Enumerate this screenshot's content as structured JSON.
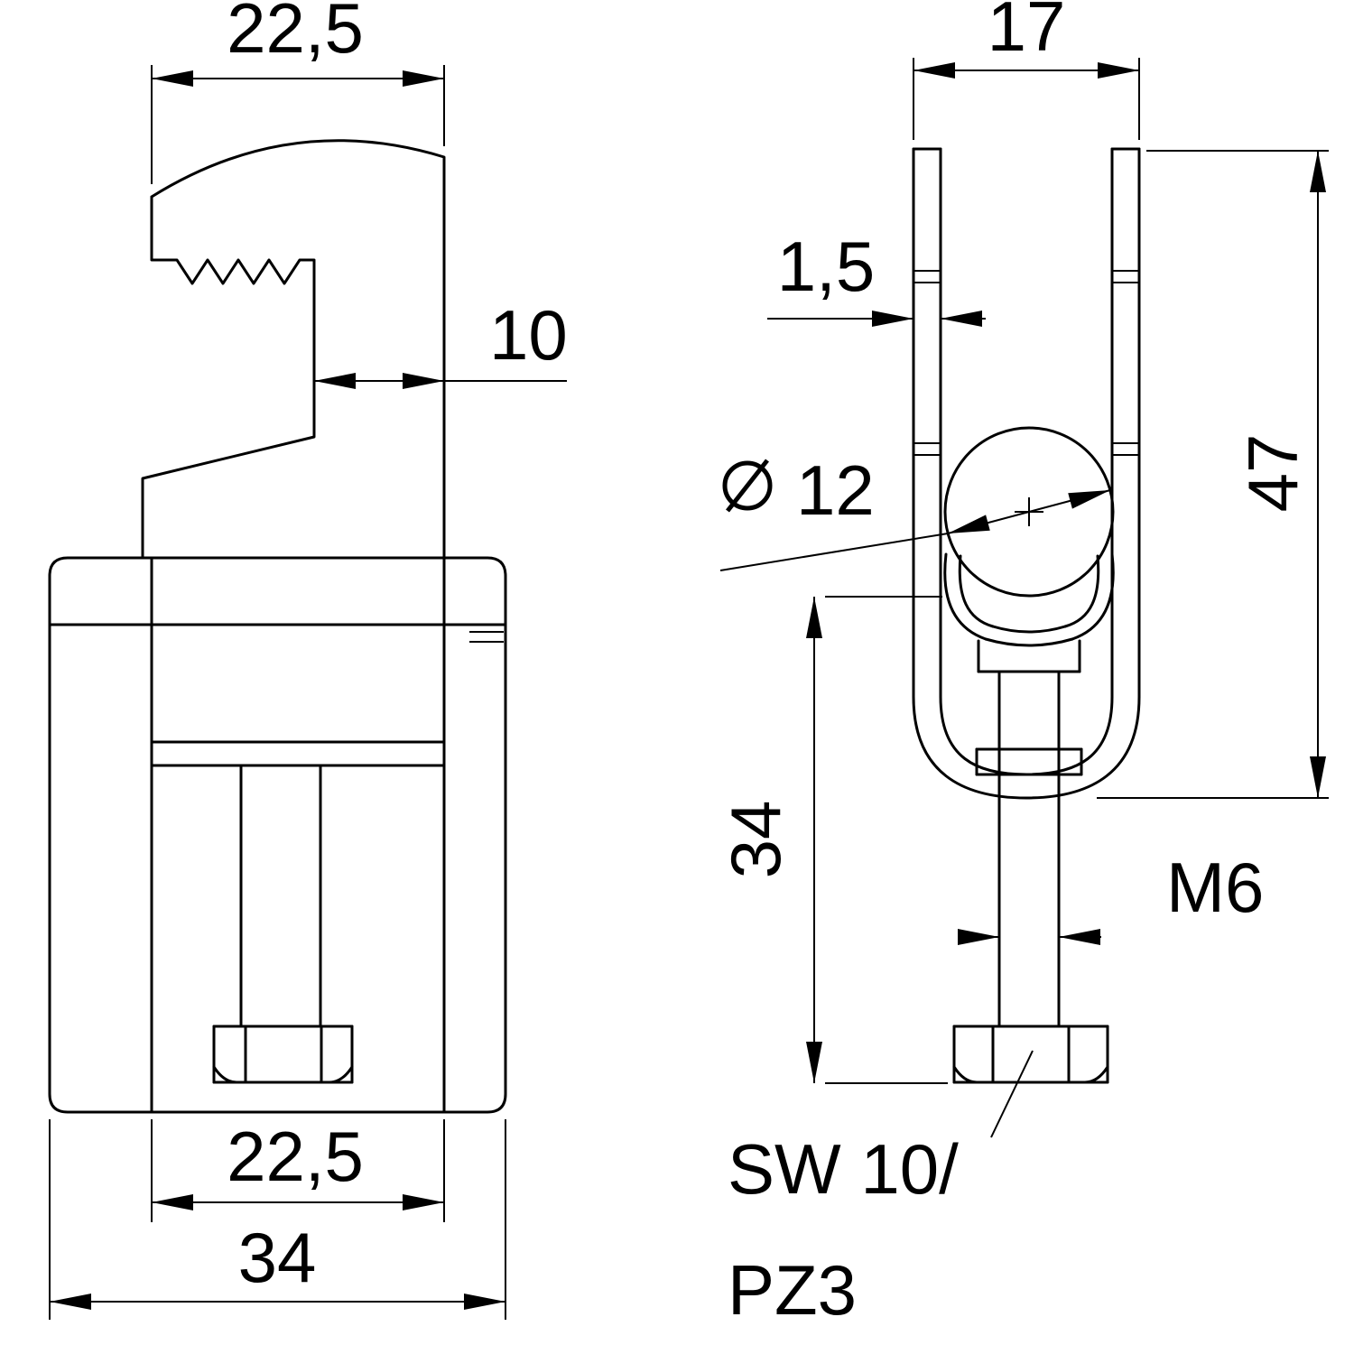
{
  "colors": {
    "ink": "#000000",
    "paper": "#ffffff"
  },
  "side_view": {
    "dim_width_top": "22,5",
    "dim_throat": "10",
    "dim_width_bottom": "22,5",
    "dim_overall_width": "34"
  },
  "front_view": {
    "dim_width_top": "17",
    "dim_wall_thickness": "1,5",
    "dim_cable_diameter": "12",
    "dim_height": "47",
    "dim_clamp_height": "34",
    "dim_thread": "M6",
    "drive_label_line1": "SW 10/",
    "drive_label_line2": "PZ3"
  }
}
